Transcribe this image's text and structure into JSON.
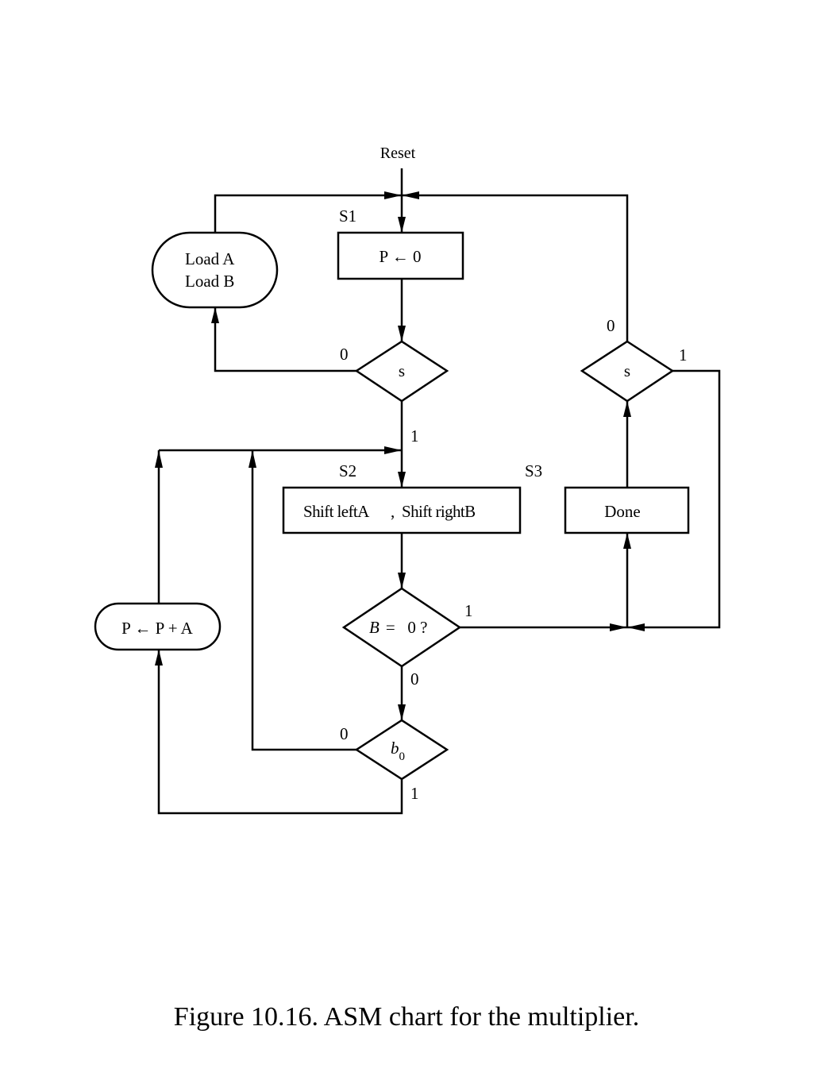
{
  "reset_label": "Reset",
  "states": {
    "s1": "S1",
    "s2": "S2",
    "s3": "S3"
  },
  "boxes": {
    "p_clear": "P ← 0",
    "load_a": "Load A",
    "load_b": "Load B",
    "shift_a": "Shift left",
    "shift_a_var": "A",
    "shift_sep": ",",
    "shift_b": "Shift right",
    "shift_b_var": "B",
    "done": "Done",
    "p_add": "P ← P + A"
  },
  "decisions": {
    "s_top": "s",
    "s_right": "s",
    "b_zero_var": "B",
    "b_zero_rest": "=   0 ?",
    "b0_var": "b",
    "b0_sub": "0"
  },
  "edges": {
    "s_top_0": "0",
    "s_top_1": "1",
    "s_right_0": "0",
    "s_right_1": "1",
    "bzero_1": "1",
    "bzero_0": "0",
    "b0_0": "0",
    "b0_1": "1"
  },
  "caption": "Figure 10.16.  ASM chart for the multiplier."
}
